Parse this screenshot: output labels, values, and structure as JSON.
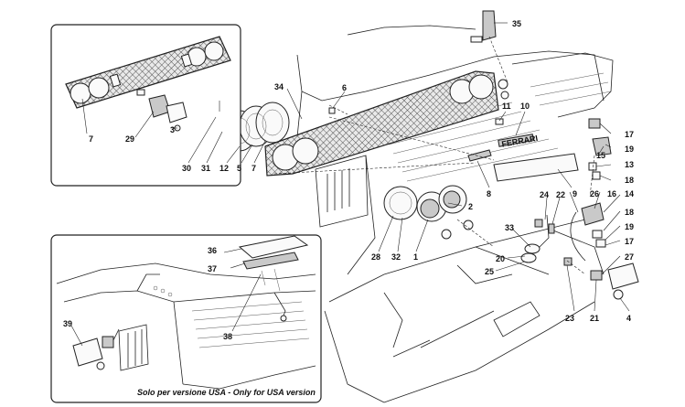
{
  "callouts": [
    {
      "id": "c35",
      "text": "35"
    },
    {
      "id": "c34",
      "text": "34"
    },
    {
      "id": "c6",
      "text": "6"
    },
    {
      "id": "c11",
      "text": "11"
    },
    {
      "id": "c10",
      "text": "10"
    },
    {
      "id": "c17a",
      "text": "17"
    },
    {
      "id": "c19a",
      "text": "19"
    },
    {
      "id": "c13",
      "text": "13"
    },
    {
      "id": "c18a",
      "text": "18"
    },
    {
      "id": "c15",
      "text": "15"
    },
    {
      "id": "c7a",
      "text": "7"
    },
    {
      "id": "c29",
      "text": "29"
    },
    {
      "id": "c3",
      "text": "3"
    },
    {
      "id": "c30",
      "text": "30"
    },
    {
      "id": "c31",
      "text": "31"
    },
    {
      "id": "c12",
      "text": "12"
    },
    {
      "id": "c5",
      "text": "5"
    },
    {
      "id": "c7b",
      "text": "7"
    },
    {
      "id": "c8",
      "text": "8"
    },
    {
      "id": "c9",
      "text": "9"
    },
    {
      "id": "c26",
      "text": "26"
    },
    {
      "id": "c16",
      "text": "16"
    },
    {
      "id": "c14",
      "text": "14"
    },
    {
      "id": "c2",
      "text": "2"
    },
    {
      "id": "c24",
      "text": "24"
    },
    {
      "id": "c22",
      "text": "22"
    },
    {
      "id": "c18b",
      "text": "18"
    },
    {
      "id": "c19b",
      "text": "19"
    },
    {
      "id": "c17b",
      "text": "17"
    },
    {
      "id": "c27",
      "text": "27"
    },
    {
      "id": "c33",
      "text": "33"
    },
    {
      "id": "c20",
      "text": "20"
    },
    {
      "id": "c25",
      "text": "25"
    },
    {
      "id": "c28",
      "text": "28"
    },
    {
      "id": "c32",
      "text": "32"
    },
    {
      "id": "c1",
      "text": "1"
    },
    {
      "id": "c23",
      "text": "23"
    },
    {
      "id": "c21",
      "text": "21"
    },
    {
      "id": "c4",
      "text": "4"
    },
    {
      "id": "c36",
      "text": "36"
    },
    {
      "id": "c37",
      "text": "37"
    },
    {
      "id": "c38",
      "text": "38"
    },
    {
      "id": "c39",
      "text": "39"
    }
  ],
  "inset_usa": {
    "caption": "Solo per versione USA - Only for USA version"
  },
  "plate_logo_text": "FERRARI"
}
